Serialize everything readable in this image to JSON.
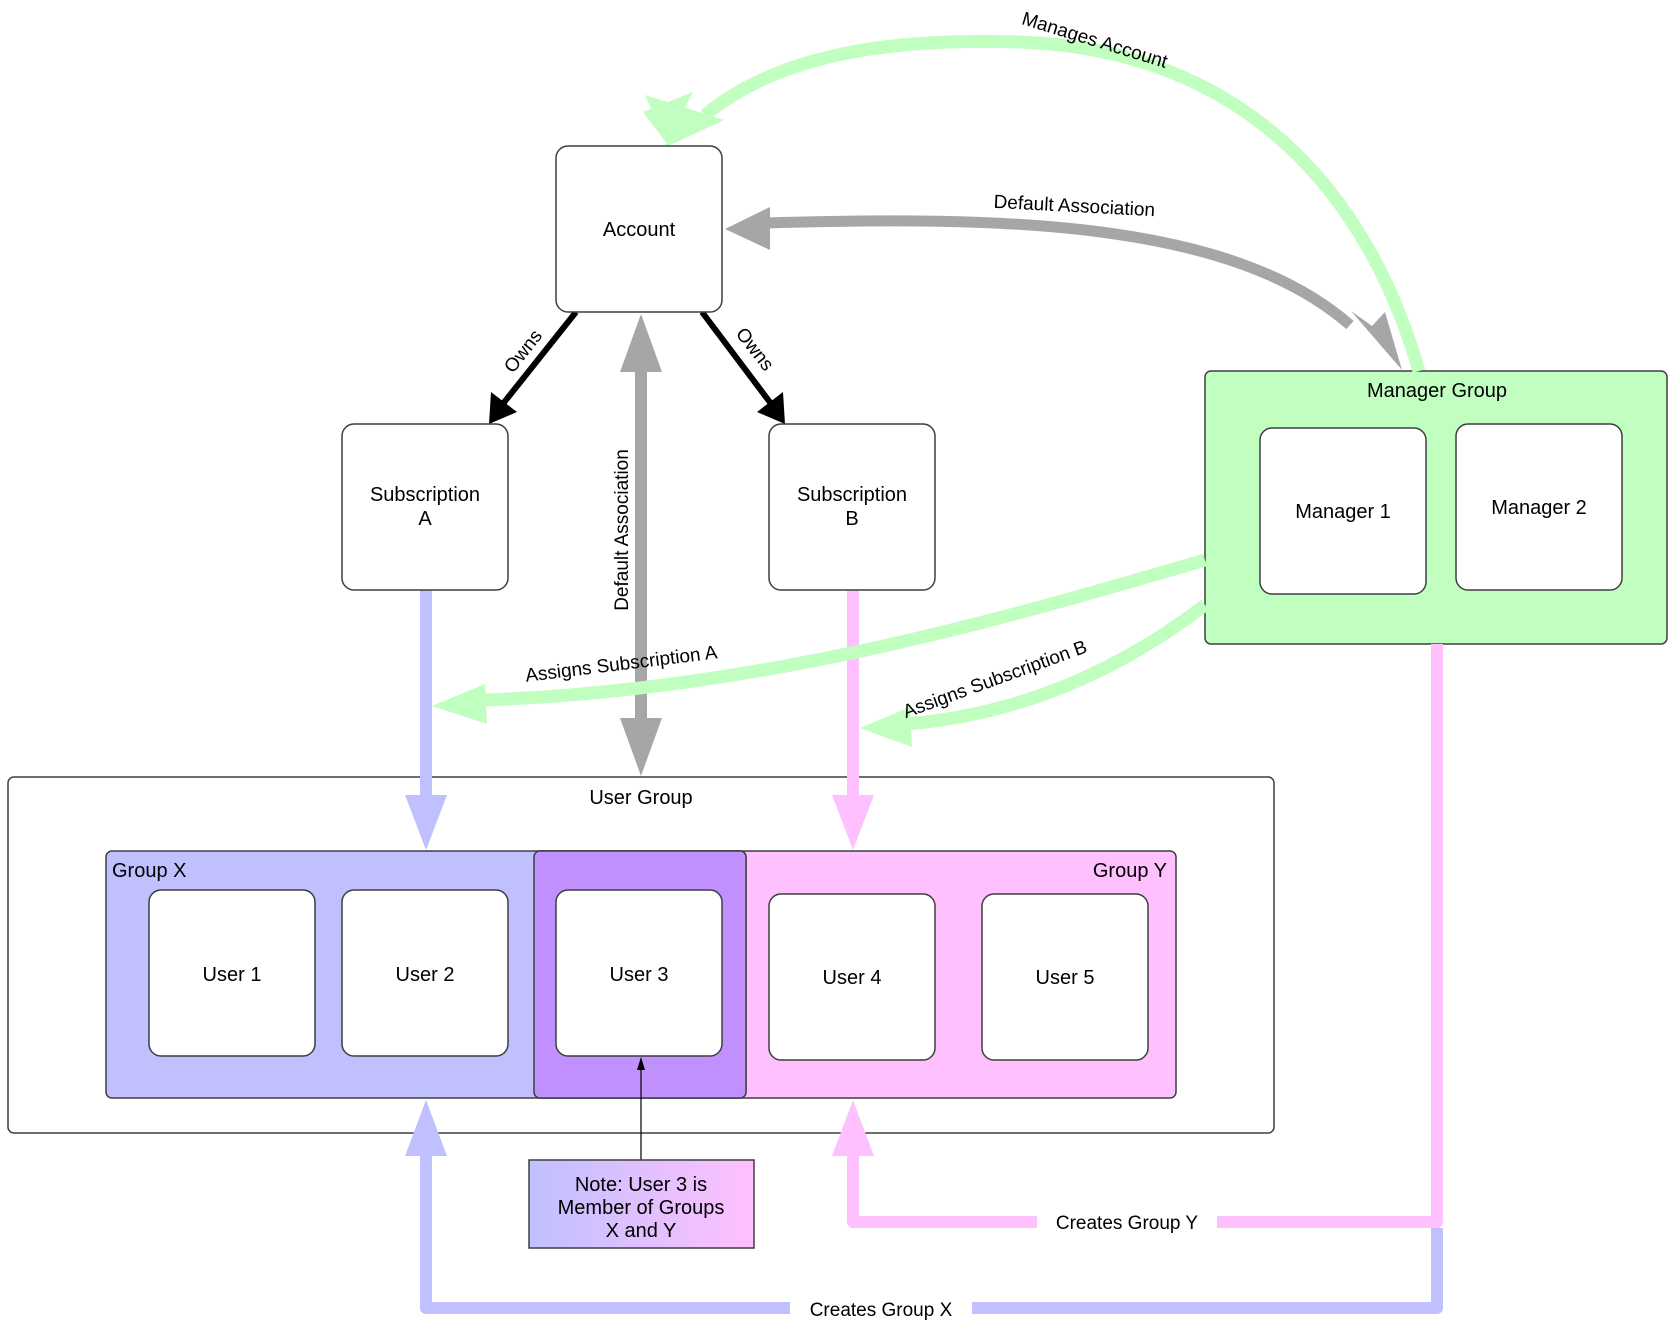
{
  "colors": {
    "group_x": "#c0c0ff",
    "group_y": "#ffc0ff",
    "overlap": "#c090ff",
    "manager_group": "#c0ffc0",
    "default_assoc": "#a6a6a6",
    "owns": "#000000",
    "border": "#3f3f3f"
  },
  "nodes": {
    "account": "Account",
    "subscription_a": [
      "Subscription",
      "A"
    ],
    "subscription_b": [
      "Subscription",
      "B"
    ],
    "manager_1": "Manager 1",
    "manager_2": "Manager 2",
    "user_1": "User 1",
    "user_2": "User 2",
    "user_3": "User 3",
    "user_4": "User 4",
    "user_5": "User 5"
  },
  "groups": {
    "manager_group": "Manager Group",
    "user_group": "User Group",
    "group_x": "Group X",
    "group_y": "Group Y"
  },
  "note": [
    "Note: User 3 is",
    "Member of Groups",
    "X and Y"
  ],
  "edges": {
    "manages_account": "Manages Account",
    "default_association_top": "Default Association",
    "default_association_vertical": "Default Association",
    "owns_a": "Owns",
    "owns_b": "Owns",
    "assigns_subscription_a": "Assigns Subscription A",
    "assigns_subscription_b": "Assigns Subscription B",
    "creates_group_x": "Creates Group X",
    "creates_group_y": "Creates Group Y"
  }
}
